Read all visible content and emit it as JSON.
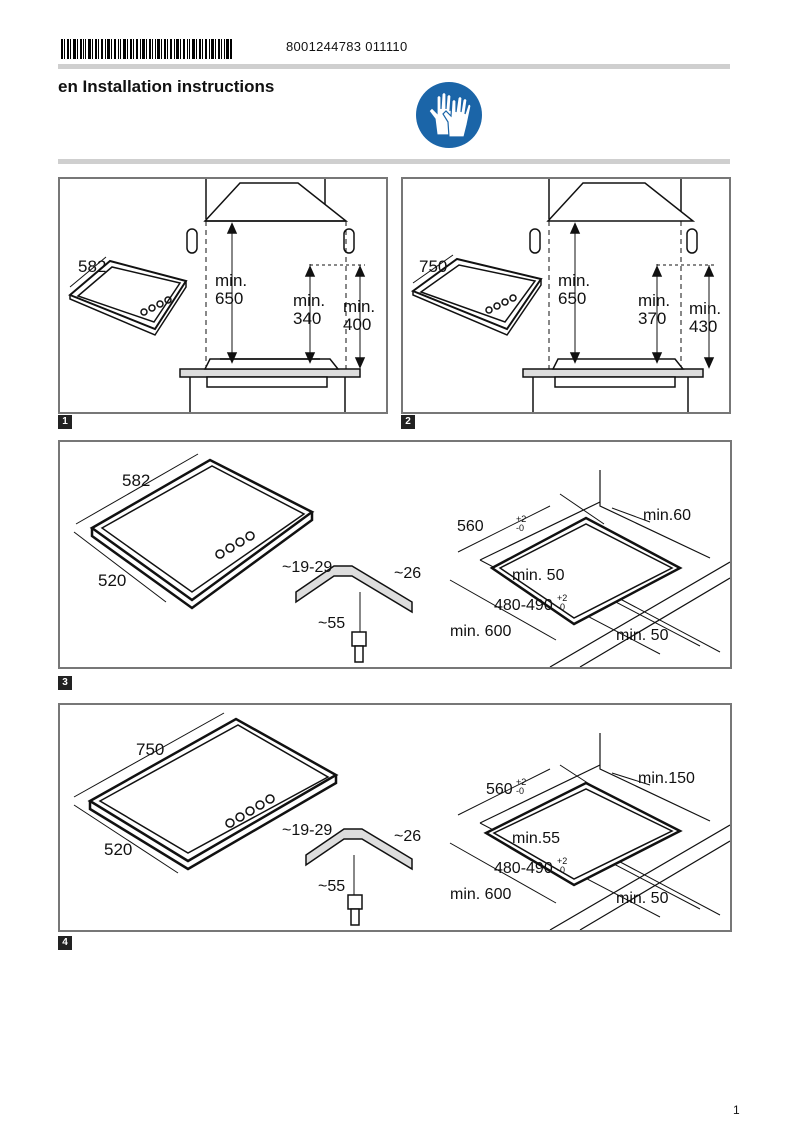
{
  "header": {
    "doc_number": "8001244783 011110",
    "title": "en Installation instructions"
  },
  "icons": {
    "glove": "protective-gloves-icon",
    "barcode": "barcode-icon"
  },
  "colors": {
    "safety_blue": "#1b65a8",
    "panel_border": "#777777",
    "figure_label_bg": "#222222"
  },
  "figures": [
    {
      "number": "1",
      "width": "582",
      "hood_min": "min.",
      "hood_value": "650",
      "side_min": "min.",
      "side_value": "340",
      "wall_min": "min.",
      "wall_value": "400"
    },
    {
      "number": "2",
      "width": "750",
      "hood_min": "min.",
      "hood_value": "650",
      "side_min": "min.",
      "side_value": "370",
      "wall_min": "min.",
      "wall_value": "430"
    },
    {
      "number": "3",
      "width": "582",
      "depth": "520",
      "gap_range": "~19-29",
      "seal": "~26",
      "gas": "~55",
      "cut_w": "560",
      "tol_up": "+2",
      "tol_down": "-0",
      "min_back": "min.60",
      "min_side": "min. 50",
      "cut_d": "480-490",
      "min_depth": "min. 600",
      "min_front": "min. 50"
    },
    {
      "number": "4",
      "width": "750",
      "depth": "520",
      "gap_range": "~19-29",
      "seal": "~26",
      "gas": "~55",
      "cut_w": "560",
      "tol_up": "+2",
      "tol_down": "-0",
      "min_back": "min.150",
      "min_side": "min.55",
      "cut_d": "480-490",
      "min_depth": "min. 600",
      "min_front": "min. 50"
    }
  ],
  "footer": {
    "page": "1"
  }
}
